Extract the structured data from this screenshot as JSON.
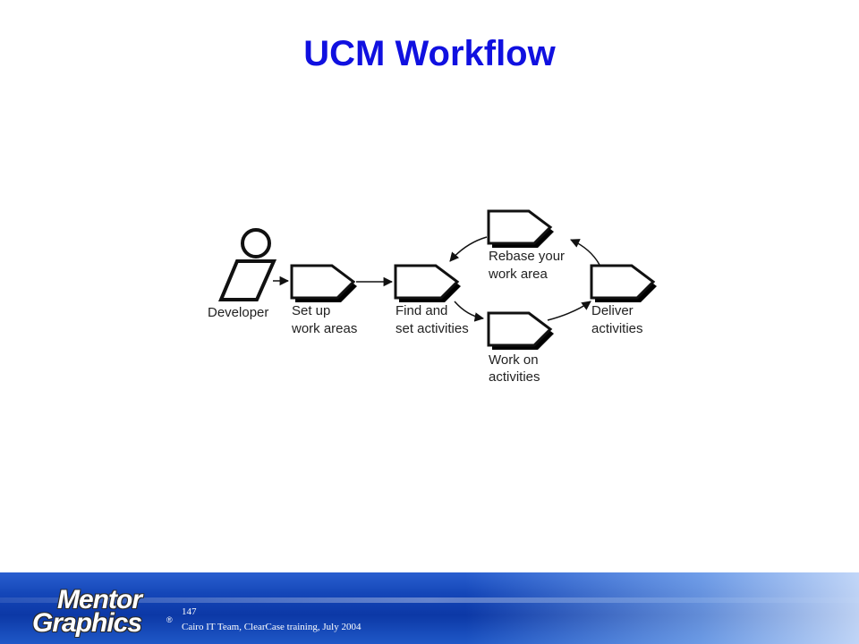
{
  "slide": {
    "title": "UCM Workflow",
    "page_number": "147",
    "footer_text": "Cairo IT Team, ClearCase training, July 2004"
  },
  "logo": {
    "line1": "Mentor",
    "line2": "Graphics",
    "mark": "®"
  },
  "diagram": {
    "actor": {
      "label": "Developer",
      "icon": "person-icon"
    },
    "nodes": [
      {
        "id": "setup",
        "lines": [
          "Set up",
          "work areas"
        ]
      },
      {
        "id": "find",
        "lines": [
          "Find and",
          "set activities"
        ]
      },
      {
        "id": "rebase",
        "lines": [
          "Rebase your",
          "work area"
        ]
      },
      {
        "id": "work",
        "lines": [
          "Work on",
          "activities"
        ]
      },
      {
        "id": "deliver",
        "lines": [
          "Deliver",
          "activities"
        ]
      }
    ],
    "colors": {
      "stroke": "#111111",
      "shadow": "#000000",
      "fill": "#ffffff",
      "title": "#1010e0"
    }
  }
}
